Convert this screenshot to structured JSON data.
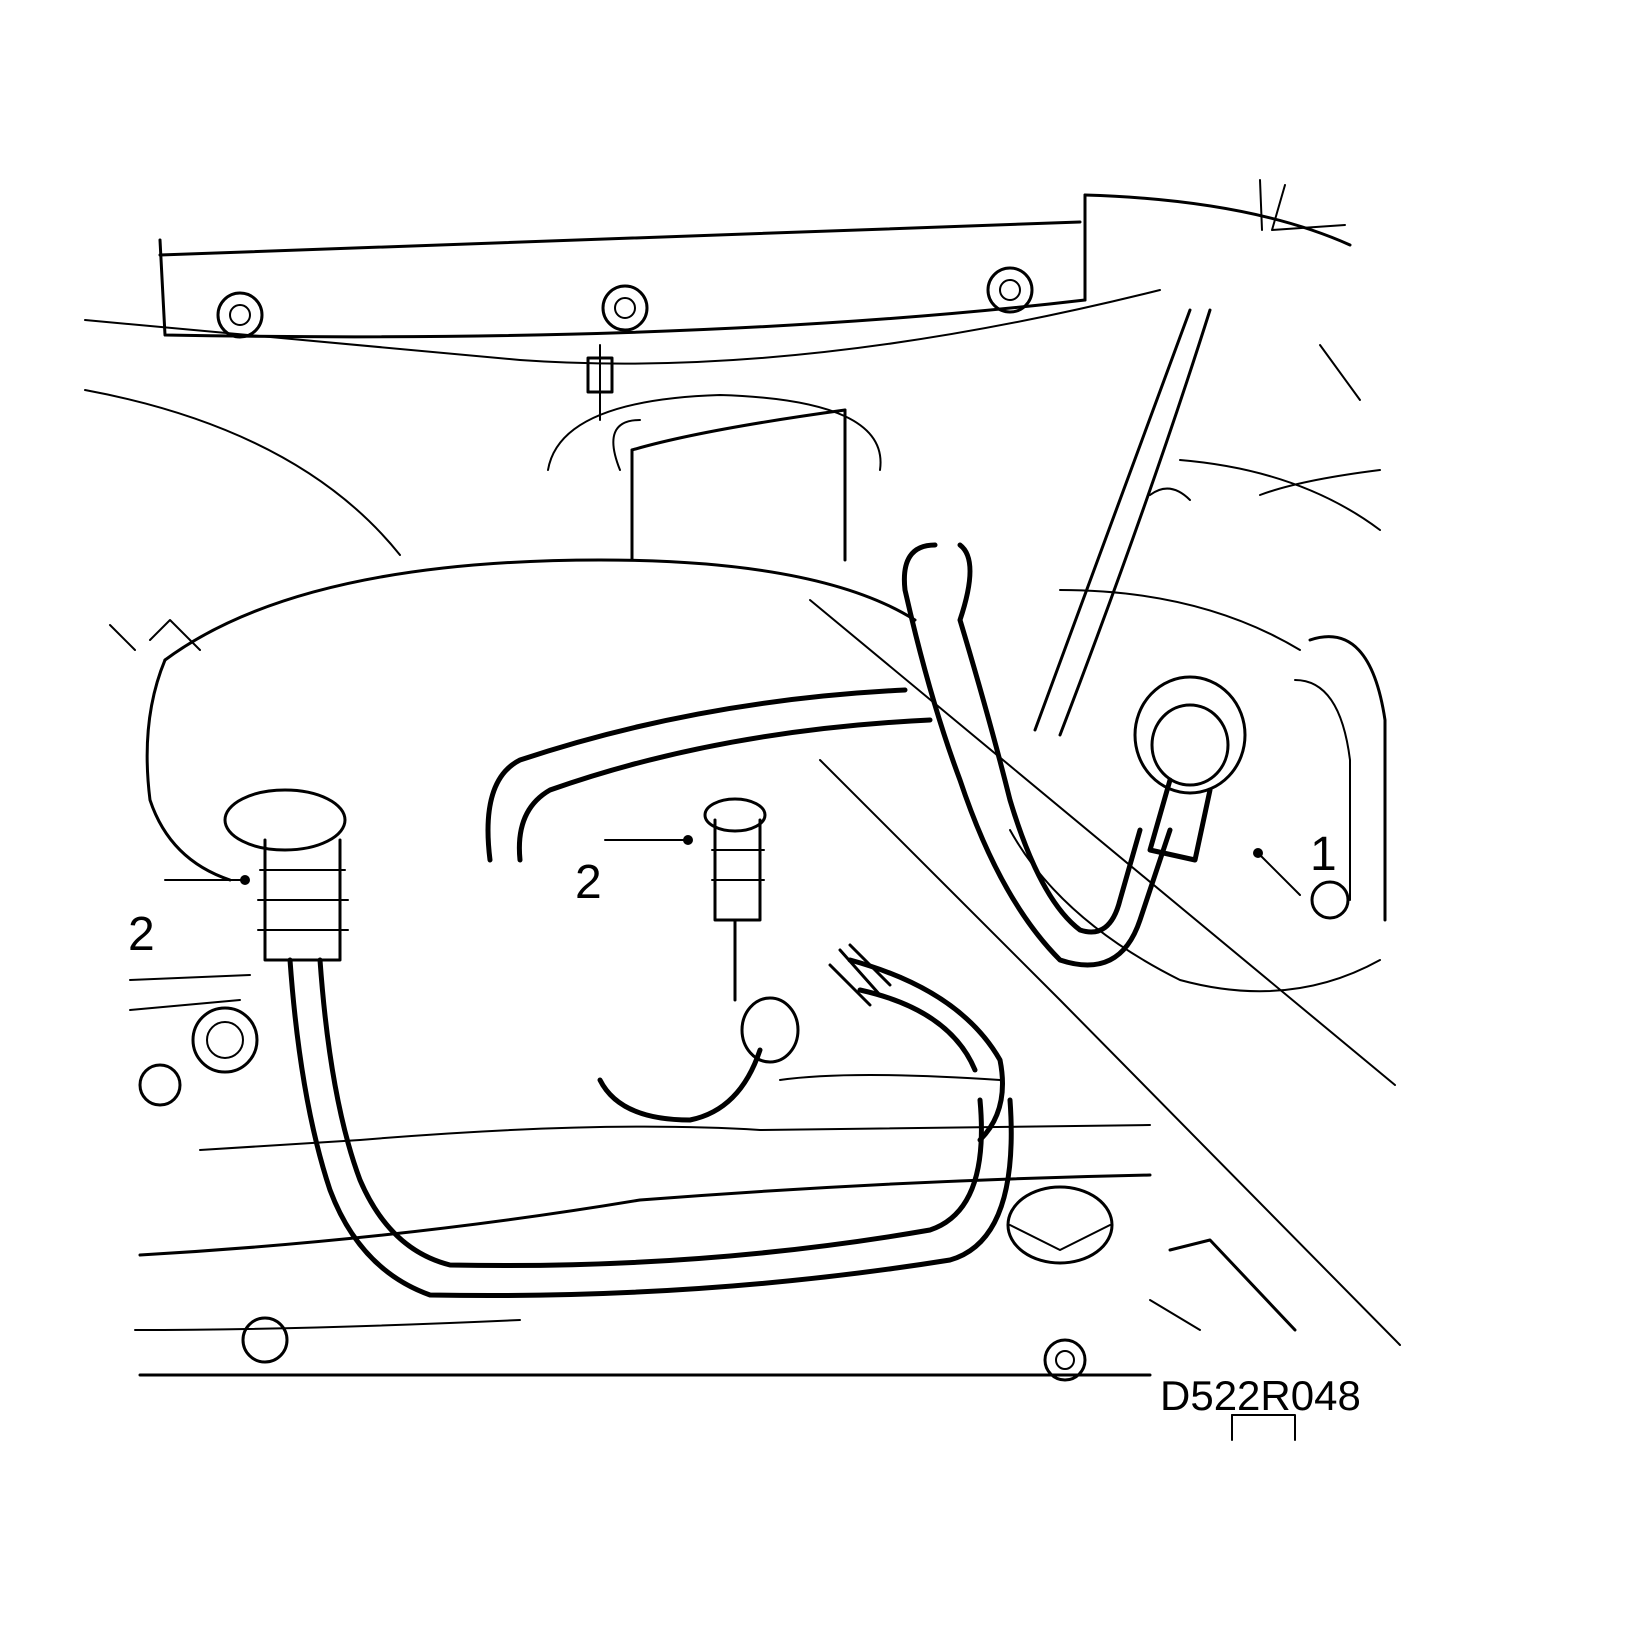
{
  "diagram": {
    "callouts": [
      {
        "id": "callout-1",
        "text": "1"
      },
      {
        "id": "callout-2-left",
        "text": "2"
      },
      {
        "id": "callout-2-center",
        "text": "2"
      }
    ],
    "figure_code": "D522R048"
  },
  "colors": {
    "ink": "#000000",
    "paper": "#ffffff"
  }
}
